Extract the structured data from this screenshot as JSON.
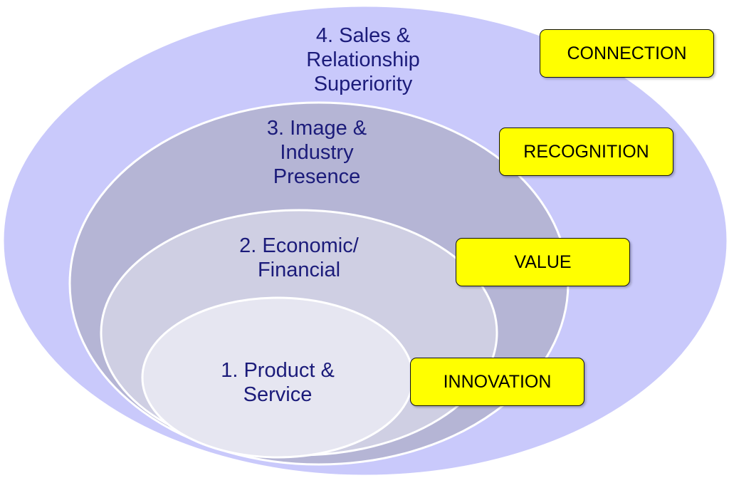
{
  "levels": [
    {
      "lines": [
        "4. Sales &",
        "Relationship",
        "Superiority"
      ]
    },
    {
      "lines": [
        "3. Image &",
        "Industry",
        "Presence"
      ]
    },
    {
      "lines": [
        "2. Economic/",
        "Financial"
      ]
    },
    {
      "lines": [
        "1. Product &",
        "Service"
      ]
    }
  ],
  "tags": [
    "CONNECTION",
    "RECOGNITION",
    "VALUE",
    "INNOVATION"
  ],
  "colors": {
    "outer": "#c9c9fb",
    "level3": "#b5b5d5",
    "level2": "#cfcfe3",
    "level1": "#e6e6f1",
    "stroke": "#ffffff",
    "text": "#1b1b7a",
    "tag_fill": "#ffff00"
  }
}
